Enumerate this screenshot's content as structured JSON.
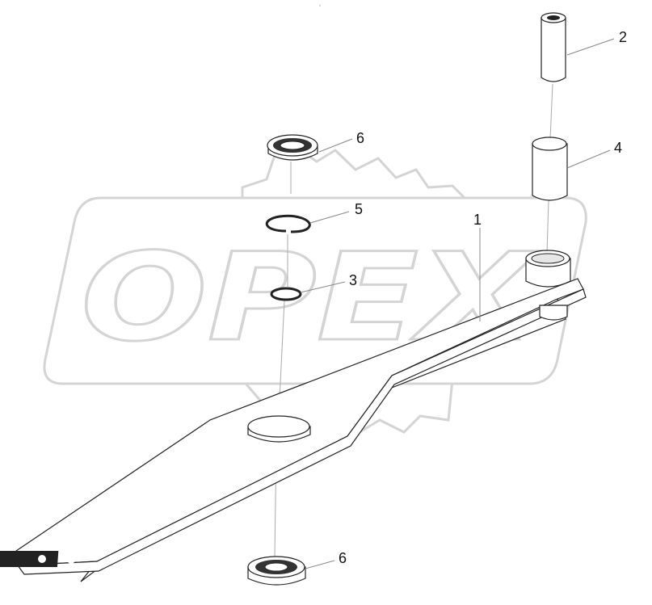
{
  "watermark": {
    "text": "OPEX"
  },
  "header": {
    "tiny_mark": "°"
  },
  "callouts": [
    {
      "id": "label-2",
      "text": "2"
    },
    {
      "id": "label-4",
      "text": "4"
    },
    {
      "id": "label-6-top",
      "text": "6"
    },
    {
      "id": "label-5",
      "text": "5"
    },
    {
      "id": "label-1",
      "text": "1"
    },
    {
      "id": "label-3",
      "text": "3"
    },
    {
      "id": "label-6-bottom",
      "text": "6"
    }
  ]
}
